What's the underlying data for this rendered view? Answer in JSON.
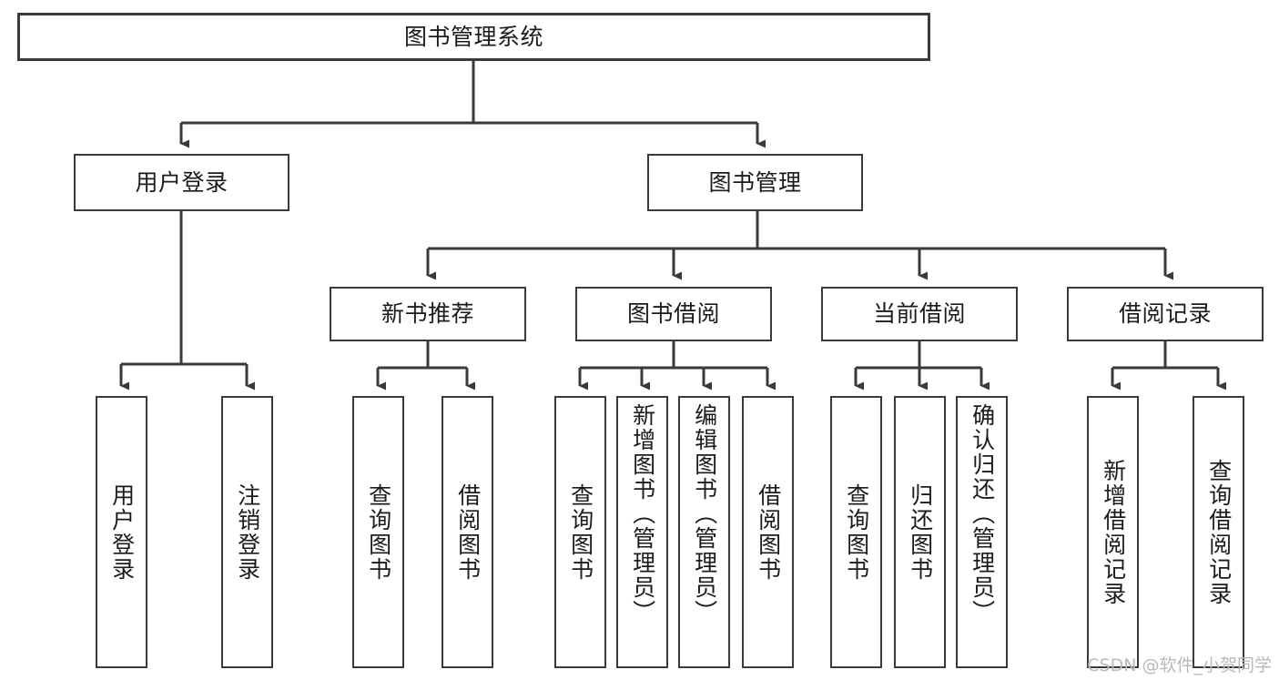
{
  "diagram": {
    "type": "hierarchy-tree",
    "title": "图书管理系统",
    "watermark": "CSDN @软件_小贺同学",
    "colors": {
      "box_border": "#3a3a3a",
      "box_fill": "#ffffff",
      "connector": "#3a3a3a",
      "text": "#1b1b1b",
      "watermark": "#b9b9b9"
    },
    "nodes": {
      "root": {
        "label": "图书管理系统",
        "level": 0
      },
      "l1": [
        {
          "label": "用户登录",
          "level": 1
        },
        {
          "label": "图书管理",
          "level": 1
        }
      ],
      "l2": [
        {
          "label": "新书推荐",
          "level": 2
        },
        {
          "label": "图书借阅",
          "level": 2
        },
        {
          "label": "当前借阅",
          "level": 2
        },
        {
          "label": "借阅记录",
          "level": 2
        }
      ],
      "leaves": {
        "user_login": [
          {
            "label": "用户登录"
          },
          {
            "label": "注销登录"
          }
        ],
        "new_book": [
          {
            "label": "查询图书"
          },
          {
            "label": "借阅图书"
          }
        ],
        "book_borrow": [
          {
            "label": "查询图书"
          },
          {
            "label": "新增图书（管理员）"
          },
          {
            "label": "编辑图书（管理员）"
          },
          {
            "label": "借阅图书"
          }
        ],
        "current_borrow": [
          {
            "label": "查询图书"
          },
          {
            "label": "归还图书"
          },
          {
            "label": "确认归还（管理员）"
          }
        ],
        "borrow_record": [
          {
            "label": "新增借阅记录"
          },
          {
            "label": "查询借阅记录"
          }
        ]
      }
    }
  }
}
